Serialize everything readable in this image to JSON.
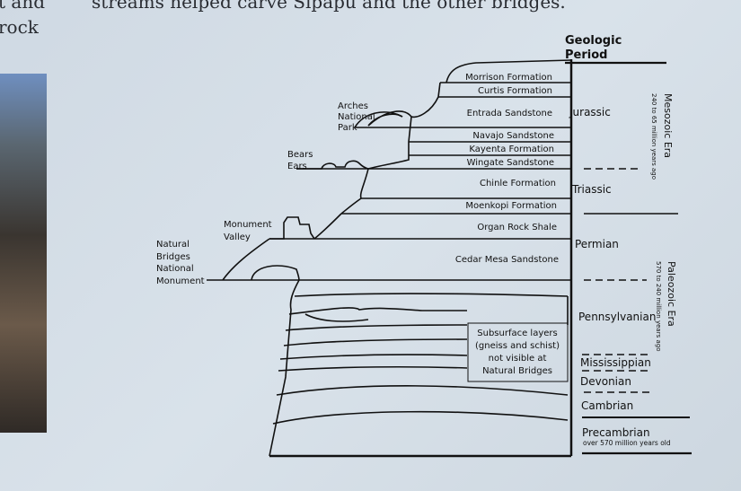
{
  "sign_text": {
    "top_line": "streams helped carve Sipapu and the other bridges.",
    "left_line1": "t and",
    "left_line2": "rock"
  },
  "header": {
    "line1": "Geologic",
    "line2": "Period"
  },
  "formations": [
    "Morrison Formation",
    "Curtis Formation",
    "Entrada Sandstone",
    "Navajo Sandstone",
    "Kayenta Formation",
    "Wingate Sandstone",
    "Chinle Formation",
    "Moenkopi Formation",
    "Organ Rock Shale",
    "Cedar Mesa Sandstone"
  ],
  "landmarks": {
    "arches": [
      "Arches",
      "National",
      "Park"
    ],
    "bears_ears": [
      "Bears",
      "Ears"
    ],
    "monument_valley": [
      "Monument",
      "Valley"
    ],
    "natural_bridges": [
      "Natural",
      "Bridges",
      "National",
      "Monument"
    ]
  },
  "subsurface_note": [
    "Subsurface layers",
    "(gneiss and schist)",
    "not visible at",
    "Natural Bridges"
  ],
  "periods": [
    "Jurassic",
    "Triassic",
    "Permian",
    "Pennsylvanian",
    "Mississippian",
    "Devonian",
    "Cambrian",
    "Precambrian"
  ],
  "precambrian_note": "over 570 million years old",
  "eras": [
    {
      "name": "Mesozoic Era",
      "range": "240 to 65 million years ago"
    },
    {
      "name": "Paleozoic Era",
      "range": "570 to 240 million years ago"
    }
  ]
}
